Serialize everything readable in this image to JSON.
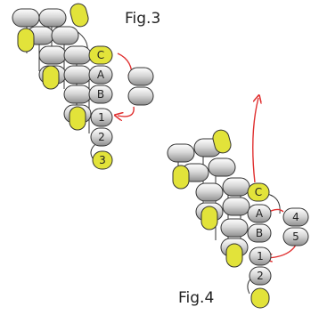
{
  "figures": [
    {
      "caption": "Fig.3"
    },
    {
      "caption": "Fig.4"
    }
  ],
  "bead_labels": {
    "c": "C",
    "a": "A",
    "b": "B",
    "one": "1",
    "two": "2",
    "three": "3",
    "four": "4",
    "five": "5"
  },
  "colors": {
    "bead_gray": "#cfcfcf",
    "bead_yellow": "#e2e33a",
    "thread": "#e03030",
    "outline": "#333333"
  }
}
